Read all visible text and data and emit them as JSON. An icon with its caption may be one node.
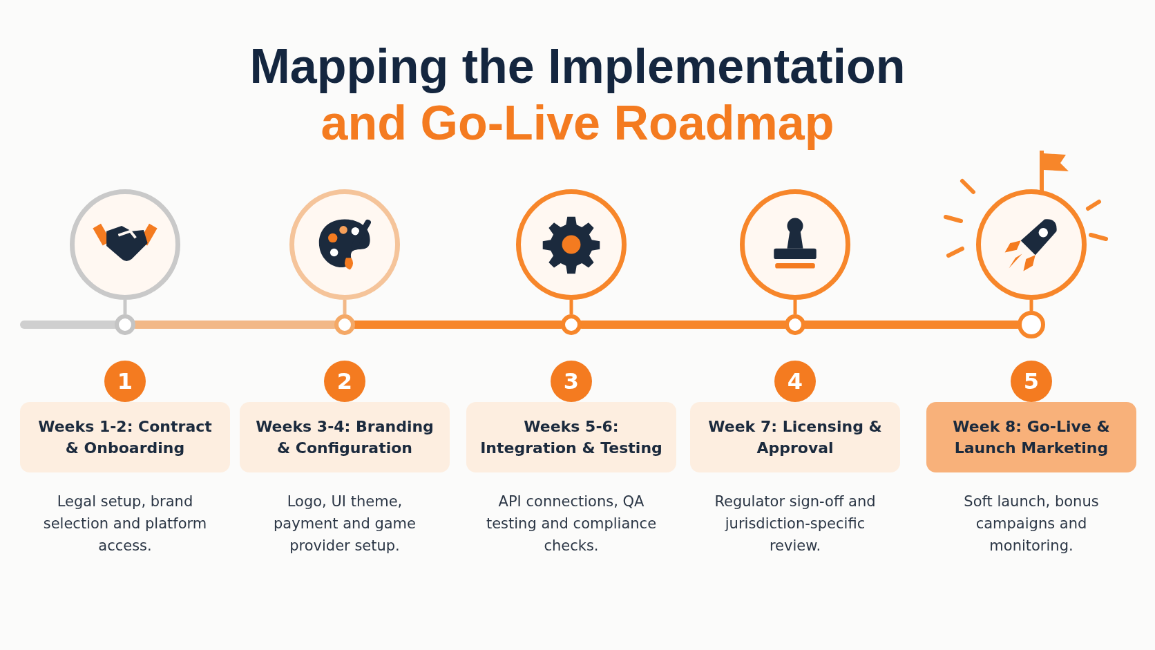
{
  "diagram": {
    "title": "Mapping the Implementation and Go-Live Roadmap",
    "nodes": [
      {
        "text": [],
        "shape": "circle"
      },
      {
        "text": [],
        "shape": "circle"
      },
      {
        "text": [],
        "shape": "circle"
      },
      {
        "text": [],
        "shape": "circle"
      },
      {
        "text": [],
        "shape": "circle"
      },
      {
        "text": [],
        "shape": "circle"
      },
      {
        "text": [],
        "shape": "circle"
      },
      {
        "text": [],
        "shape": "circle"
      },
      {
        "text": [],
        "shape": "circle"
      },
      {
        "text": [],
        "shape": "circle"
      },
      {
        "text": [
          "1"
        ]
      },
      {
        "text": [
          "2"
        ]
      },
      {
        "text": [
          "3"
        ]
      },
      {
        "text": [
          "4"
        ]
      },
      {
        "text": [
          "5"
        ]
      },
      {
        "text": [
          "Weeks 1-2: Contract & Onboarding"
        ],
        "beside": [
          "Legal setup, brand selection and platform access."
        ]
      },
      {
        "text": [
          "Weeks 3-4: Branding & Configuration"
        ],
        "beside": [
          "Logo, UI theme, payment and game provider setup."
        ]
      },
      {
        "text": [
          "Weeks 5-6: Integration & Testing"
        ],
        "beside": [
          "API connections, QA testing and compliance checks."
        ]
      },
      {
        "text": [
          "Week 7: Licensing & Approval"
        ],
        "beside": [
          "Regulator sign-off and jurisdiction-specific review."
        ]
      },
      {
        "text": [
          "Week 8: Go-Live & Launch Marketing"
        ],
        "beside": [
          "Soft launch, bonus campaigns and monitoring."
        ]
      }
    ],
    "edges": [
      {
        "from": null,
        "to": 5,
        "arrow": "none",
        "style": "thick",
        "color": "#cfcfcf"
      },
      {
        "from": 5,
        "to": 6,
        "arrow": "none",
        "style": "thick",
        "color": "#f2b887"
      },
      {
        "from": 6,
        "to": 7,
        "arrow": "none",
        "style": "thick"
      },
      {
        "from": 7,
        "to": 8,
        "arrow": "none",
        "style": "thick"
      },
      {
        "from": 8,
        "to": 9,
        "arrow": "none",
        "style": "thick"
      },
      {
        "from": 0,
        "to": 5,
        "arrow": "none",
        "color": "#c8c8c8"
      },
      {
        "from": 1,
        "to": 6,
        "arrow": "none",
        "color": "#f2b887"
      },
      {
        "from": 2,
        "to": 7,
        "arrow": "none"
      },
      {
        "from": 3,
        "to": 8,
        "arrow": "none"
      },
      {
        "from": 4,
        "to": 9,
        "arrow": "none"
      }
    ]
  }
}
